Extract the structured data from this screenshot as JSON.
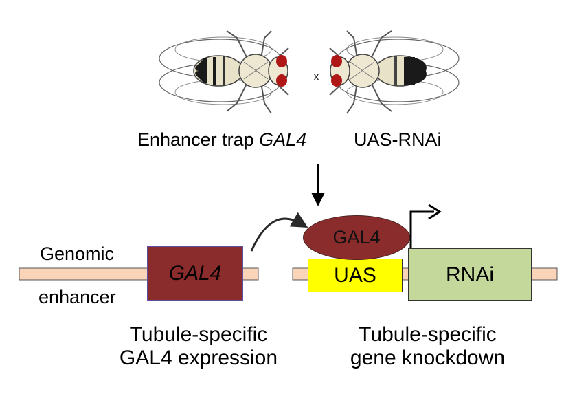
{
  "cross": {
    "left_label_plain": "Enhancer trap ",
    "left_label_italic": "GAL4",
    "right_label": "UAS-RNAi",
    "symbol": "x"
  },
  "left_construct": {
    "label_line1": "Genomic",
    "label_line2": "enhancer",
    "box_label": "GAL4",
    "caption_line1": "Tubule-specific",
    "caption_line2": "GAL4 expression"
  },
  "right_construct": {
    "protein_label": "GAL4",
    "uas_label": "UAS",
    "rnai_label": "RNAi",
    "caption_line1": "Tubule-specific",
    "caption_line2": "gene knockdown"
  },
  "colors": {
    "dna_strand": "#f9d4b8",
    "gal4_box": "#8b2c2c",
    "uas_box": "#ffff00",
    "rnai_box": "#c4d89c",
    "fly_eye": "#b01818",
    "fly_abdomen": "#1a1a1a"
  }
}
